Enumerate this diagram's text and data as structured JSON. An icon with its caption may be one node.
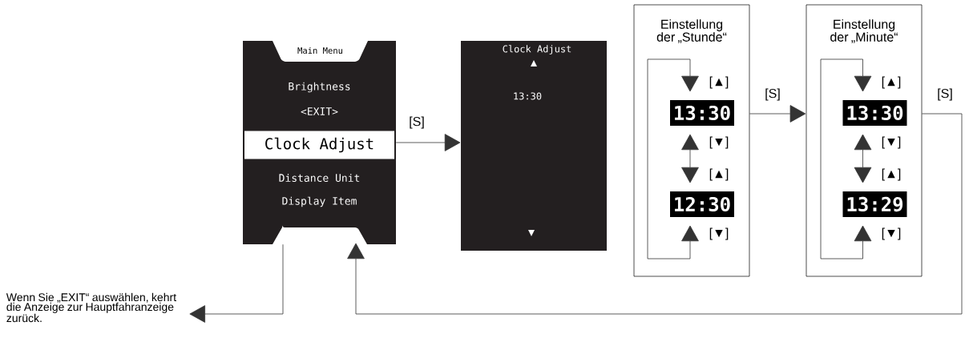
{
  "diagram": {
    "nodes": [
      {
        "text": [
          "Brightness",
          "<EXIT>",
          "Distance Unit",
          "Display Item"
        ]
      },
      {
        "text": [
          "Main Menu"
        ],
        "in": 0
      },
      {
        "text": [
          "Clock Adjust"
        ],
        "in": 0
      },
      {
        "text": [
          "Clock Adjust",
          "13:30"
        ]
      },
      {
        "text": [
          "Einstellung der „Stunde“"
        ]
      },
      {
        "text": [
          "13:30"
        ],
        "in": 4
      },
      {
        "text": [
          "12:30"
        ],
        "in": 4
      },
      {
        "text": [
          "Einstellung der „Minute“"
        ]
      },
      {
        "text": [
          "13:30"
        ],
        "in": 7
      },
      {
        "text": [
          "13:29"
        ],
        "in": 7
      },
      {
        "text": [
          "Wenn Sie „EXIT“ auswählen, kehrt die Anzeige zur Hauptfahranzeige zurück."
        ]
      }
    ],
    "edges": [
      {
        "from": 0,
        "to": 3,
        "arrow": "to",
        "label": "[S]"
      },
      {
        "from": 5,
        "to": 6,
        "arrow": "both"
      },
      {
        "from": 5,
        "to": 6,
        "arrow": "both"
      },
      {
        "from": 4,
        "to": 7,
        "arrow": "to",
        "label": "[S]"
      },
      {
        "from": 8,
        "to": 9,
        "arrow": "both"
      },
      {
        "from": 8,
        "to": 9,
        "arrow": "both"
      },
      {
        "from": 7,
        "to": 0,
        "arrow": "to",
        "label": "[S]"
      },
      {
        "from": 0,
        "to": 10,
        "arrow": "to"
      }
    ],
    "labels": [
      "[▲]",
      "[▼]",
      "[▲]",
      "[▼]",
      "[▲]",
      "[▼]",
      "[▲]",
      "[▼]"
    ]
  }
}
